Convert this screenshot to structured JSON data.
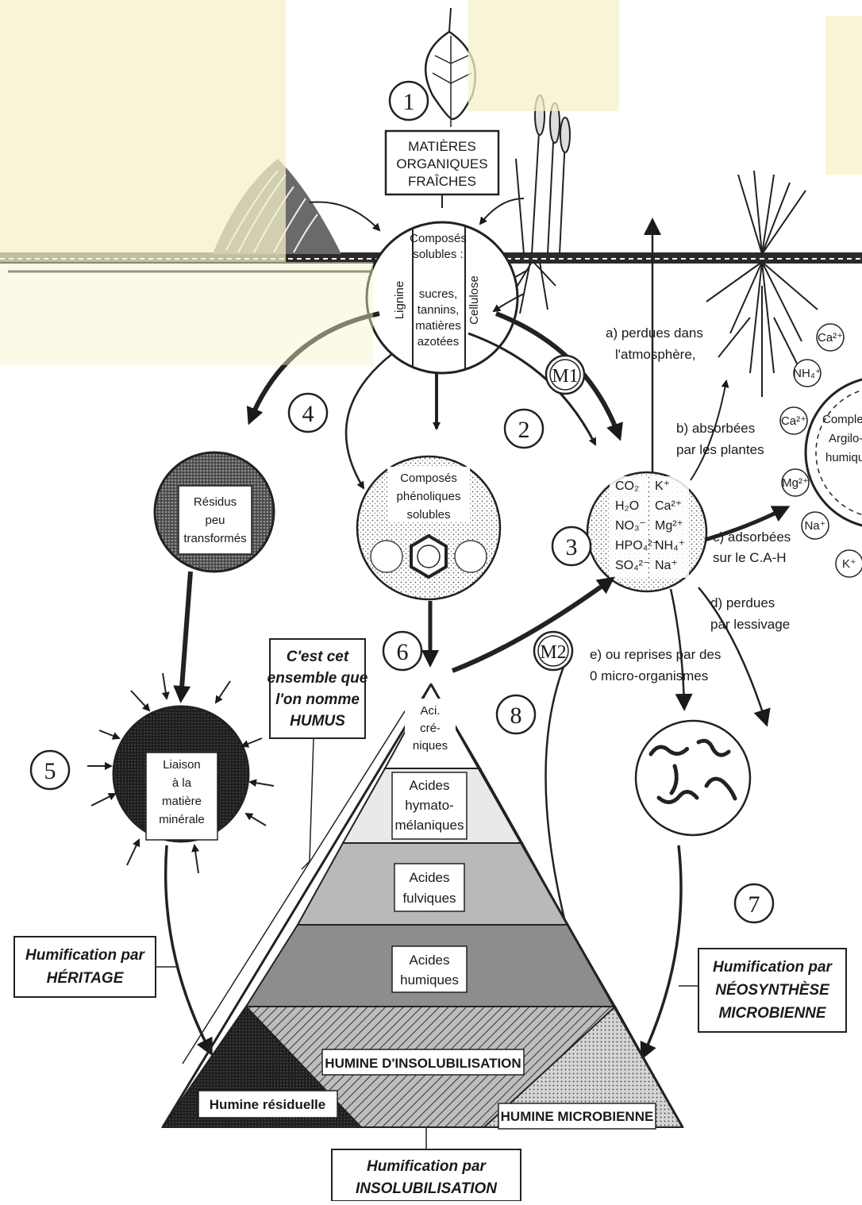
{
  "labels": {
    "matieres": [
      "MATIÈRES",
      "ORGANIQUES",
      "FRAÎCHES"
    ],
    "composes_solubles": [
      "Composés",
      "solubles :",
      "sucres,",
      "tannins,",
      "matières",
      "azotées"
    ],
    "lignine": "Lignine",
    "cellulose": "Cellulose",
    "residus": [
      "Résidus",
      "peu",
      "transformés"
    ],
    "phenoliques": [
      "Composés",
      "phénoliques",
      "solubles"
    ],
    "liaison": [
      "Liaison",
      "à la",
      "matière",
      "minérale"
    ],
    "mineraux_left": [
      "CO₂",
      "H₂O",
      "NO₃⁻",
      "HPO₄²⁻",
      "SO₄²⁻"
    ],
    "mineraux_right": [
      "K⁺",
      "Ca²⁺",
      "Mg²⁺",
      "NH₄⁺",
      "Na⁺"
    ],
    "fate_a": [
      "a) perdues dans",
      "l'atmosphère,"
    ],
    "fate_b": [
      "b) absorbées",
      "par les plantes"
    ],
    "fate_c": [
      "c) adsorbées",
      "sur le C.A-H"
    ],
    "fate_d": [
      "d) perdues",
      "par lessivage"
    ],
    "fate_e": [
      "e) ou reprises par des",
      "0 micro-organismes"
    ],
    "complexe": [
      "Complexe",
      "Argilo-",
      "humique"
    ],
    "ions_complexe": [
      "Ca²⁺",
      "NH₄⁺",
      "Ca²⁺",
      "Mg²⁺",
      "Na⁺",
      "K⁺"
    ],
    "humus_note": [
      "C'est cet",
      "ensemble que",
      "l'on nomme",
      "HUMUS"
    ],
    "aci_crenique": [
      "Aci.",
      "cré-",
      "niques"
    ],
    "hymato": [
      "Acides",
      "hymato-",
      "mélaniques"
    ],
    "fulviques": [
      "Acides",
      "fulviques"
    ],
    "humiques": [
      "Acides",
      "humiques"
    ],
    "humine_insol": "HUMINE D'INSOLUBILISATION",
    "humine_resid": "Humine résiduelle",
    "humine_micro": "HUMINE MICROBIENNE",
    "heritage": [
      "Humification par",
      "HÉRITAGE"
    ],
    "neosynthese": [
      "Humification par",
      "NÉOSYNTHÈSE",
      "MICROBIENNE"
    ],
    "insolubilisation": [
      "Humification par",
      "INSOLUBILISATION"
    ]
  },
  "numbers": {
    "n1": "1",
    "n2": "2",
    "n3": "3",
    "n4": "4",
    "n5": "5",
    "n6": "6",
    "n7": "7",
    "n8": "8",
    "m1": "M1",
    "m2": "M2"
  }
}
